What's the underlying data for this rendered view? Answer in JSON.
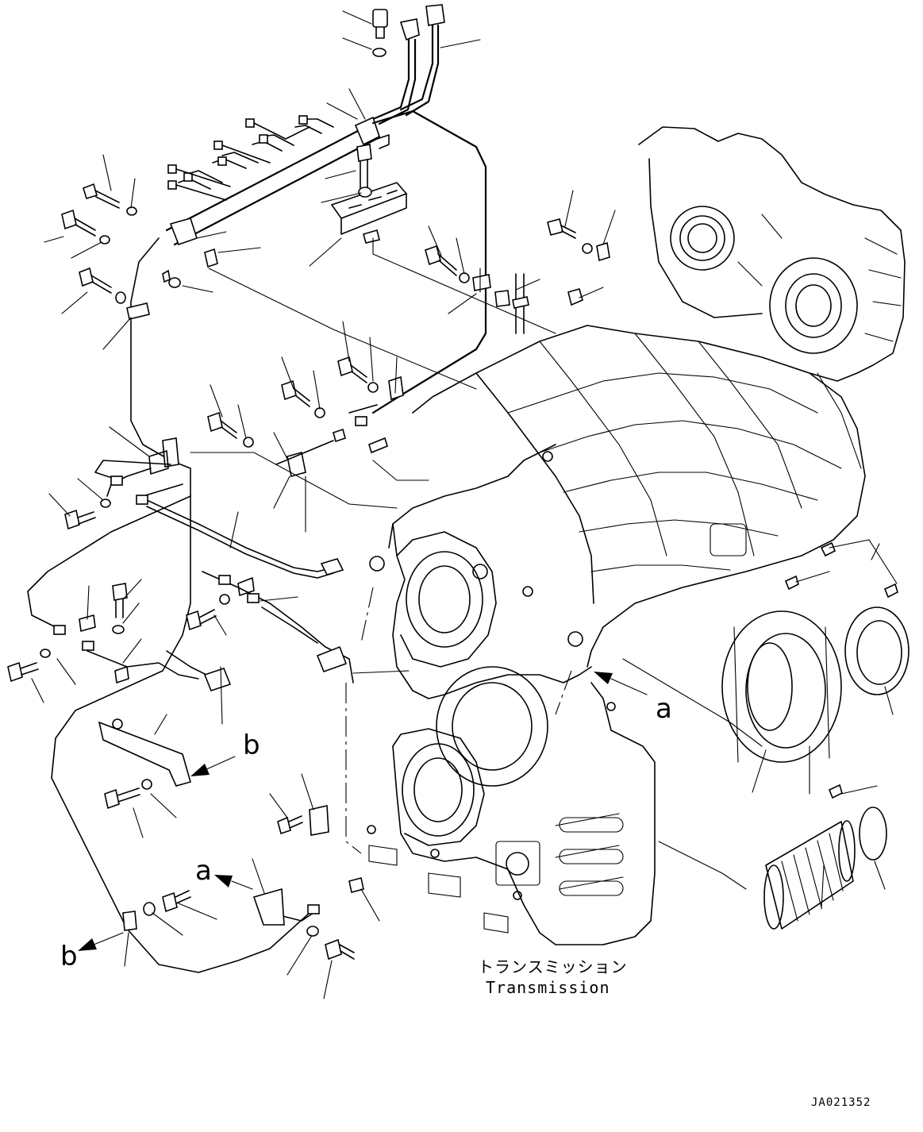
{
  "diagram": {
    "caption_jp": "トランスミッション",
    "caption_en": "Transmission",
    "figure_code": "JA021352",
    "view_markers": [
      {
        "id": "a-upper",
        "text": "a"
      },
      {
        "id": "a-lower",
        "text": "a"
      },
      {
        "id": "b-upper",
        "text": "b"
      },
      {
        "id": "b-lower",
        "text": "b"
      }
    ]
  }
}
